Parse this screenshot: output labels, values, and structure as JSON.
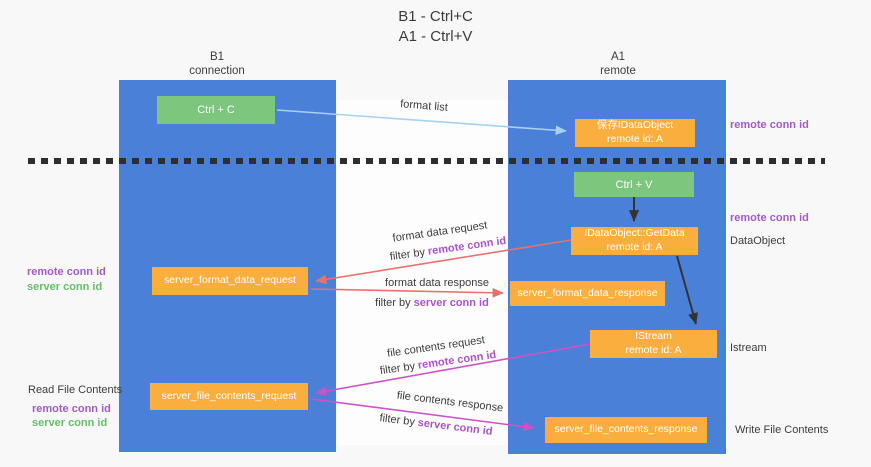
{
  "title": {
    "line1": "B1 - Ctrl+C",
    "line2": "A1 - Ctrl+V"
  },
  "lifelines": {
    "b1": {
      "name": "B1",
      "role": "connection"
    },
    "a1": {
      "name": "A1",
      "role": "remote"
    }
  },
  "boxes": {
    "ctrl_c": {
      "label": "Ctrl + C"
    },
    "ctrl_v": {
      "label": "Ctrl + V"
    },
    "save_idataobject": {
      "line1": "保存IDataObject",
      "line2": "remote id: A"
    },
    "getdata": {
      "line1": "IDataObject::GetData",
      "line2": "remote id: A"
    },
    "istream": {
      "line1": "IStream",
      "line2": "remote id: A"
    },
    "fmt_request": {
      "label": "server_format_data_request"
    },
    "fmt_response": {
      "label": "server_format_data_response"
    },
    "file_request": {
      "label": "server_file_contents_request"
    },
    "file_response": {
      "label": "server_file_contents_response"
    }
  },
  "arrow_labels": {
    "format_list": "format list",
    "format_data_request": "format data request",
    "format_data_response": "format data response",
    "file_contents_request": "file contents request",
    "file_contents_response": "file contents response",
    "filter_by": "filter by",
    "remote_conn_id": "remote conn id",
    "server_conn_id": "server conn id"
  },
  "annotations": {
    "right_remote_conn_id_1": "remote conn id",
    "right_remote_conn_id_2": "remote conn id",
    "right_dataobject": "DataObject",
    "right_istream": "Istream",
    "right_write_file": "Write File Contents",
    "left_remote_conn_id_1": "remote conn id",
    "left_server_conn_id_1": "server conn id",
    "left_read_file": "Read File Contents",
    "left_remote_conn_id_2": "remote conn id",
    "left_server_conn_id_2": "server conn id"
  },
  "colors": {
    "lifeline_blue": "#4a80d8",
    "box_green": "#7cc67e",
    "box_orange": "#faae3e",
    "arrow_light_blue": "#a9d1ee",
    "arrow_red": "#e8716d",
    "arrow_magenta": "#cc52c6",
    "arrow_black": "#333333",
    "conn_id_purple": "#a45bc8",
    "conn_id_green": "#68bd6c"
  }
}
